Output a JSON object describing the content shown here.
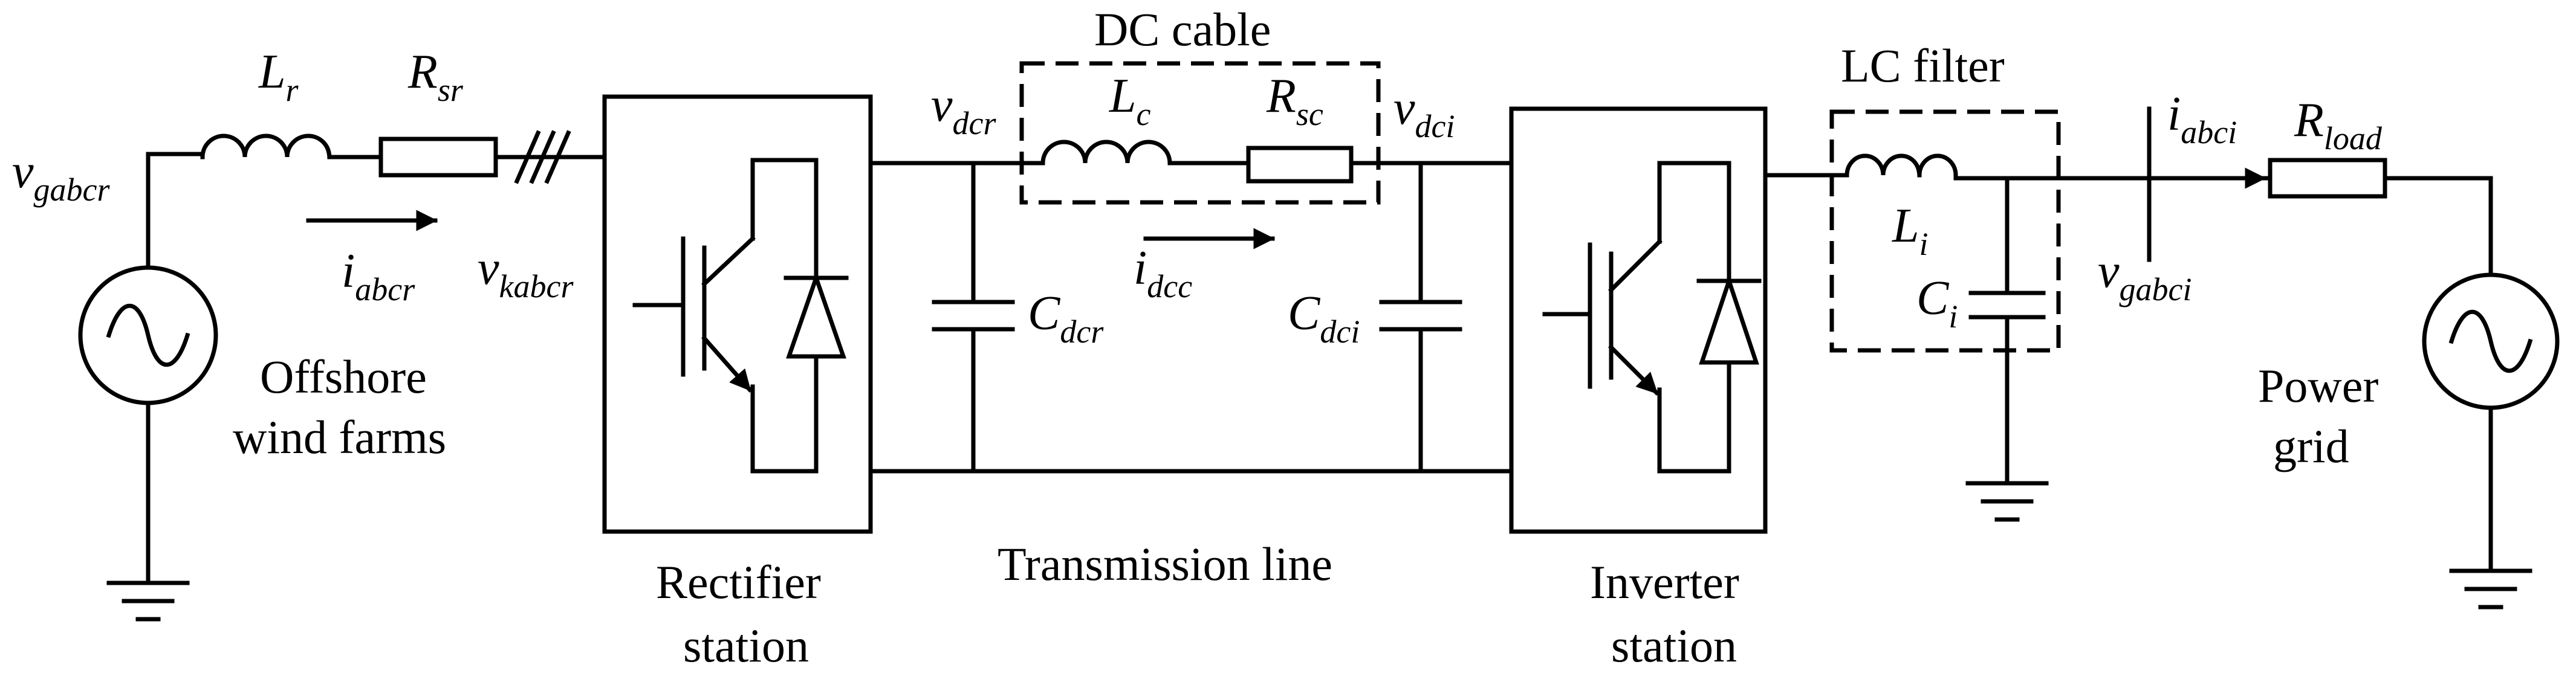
{
  "labels": {
    "v_gabcr": {
      "main": "v",
      "sub": "gabcr"
    },
    "L_r": {
      "main": "L",
      "sub": "r"
    },
    "R_sr": {
      "main": "R",
      "sub": "sr"
    },
    "i_abcr": {
      "main": "i",
      "sub": "abcr"
    },
    "v_kabcr": {
      "main": "v",
      "sub": "kabcr"
    },
    "offshore": [
      "Offshore",
      "wind farms"
    ],
    "rectifier": [
      "Rectifier",
      "station"
    ],
    "dc_cable": "DC cable",
    "v_dcr": {
      "main": "v",
      "sub": "dcr"
    },
    "L_c": {
      "main": "L",
      "sub": "c"
    },
    "R_sc": {
      "main": "R",
      "sub": "sc"
    },
    "v_dci": {
      "main": "v",
      "sub": "dci"
    },
    "i_dcc": {
      "main": "i",
      "sub": "dcc"
    },
    "C_dcr": {
      "main": "C",
      "sub": "dcr"
    },
    "C_dci": {
      "main": "C",
      "sub": "dci"
    },
    "transmission": "Transmission line",
    "inverter": [
      "Inverter",
      "station"
    ],
    "lc_filter": "LC filter",
    "L_i": {
      "main": "L",
      "sub": "i"
    },
    "C_i": {
      "main": "C",
      "sub": "i"
    },
    "i_abci": {
      "main": "i",
      "sub": "abci"
    },
    "v_gabci": {
      "main": "v",
      "sub": "gabci"
    },
    "R_load": {
      "main": "R",
      "sub": "load"
    },
    "power_grid": [
      "Power",
      "grid"
    ]
  }
}
